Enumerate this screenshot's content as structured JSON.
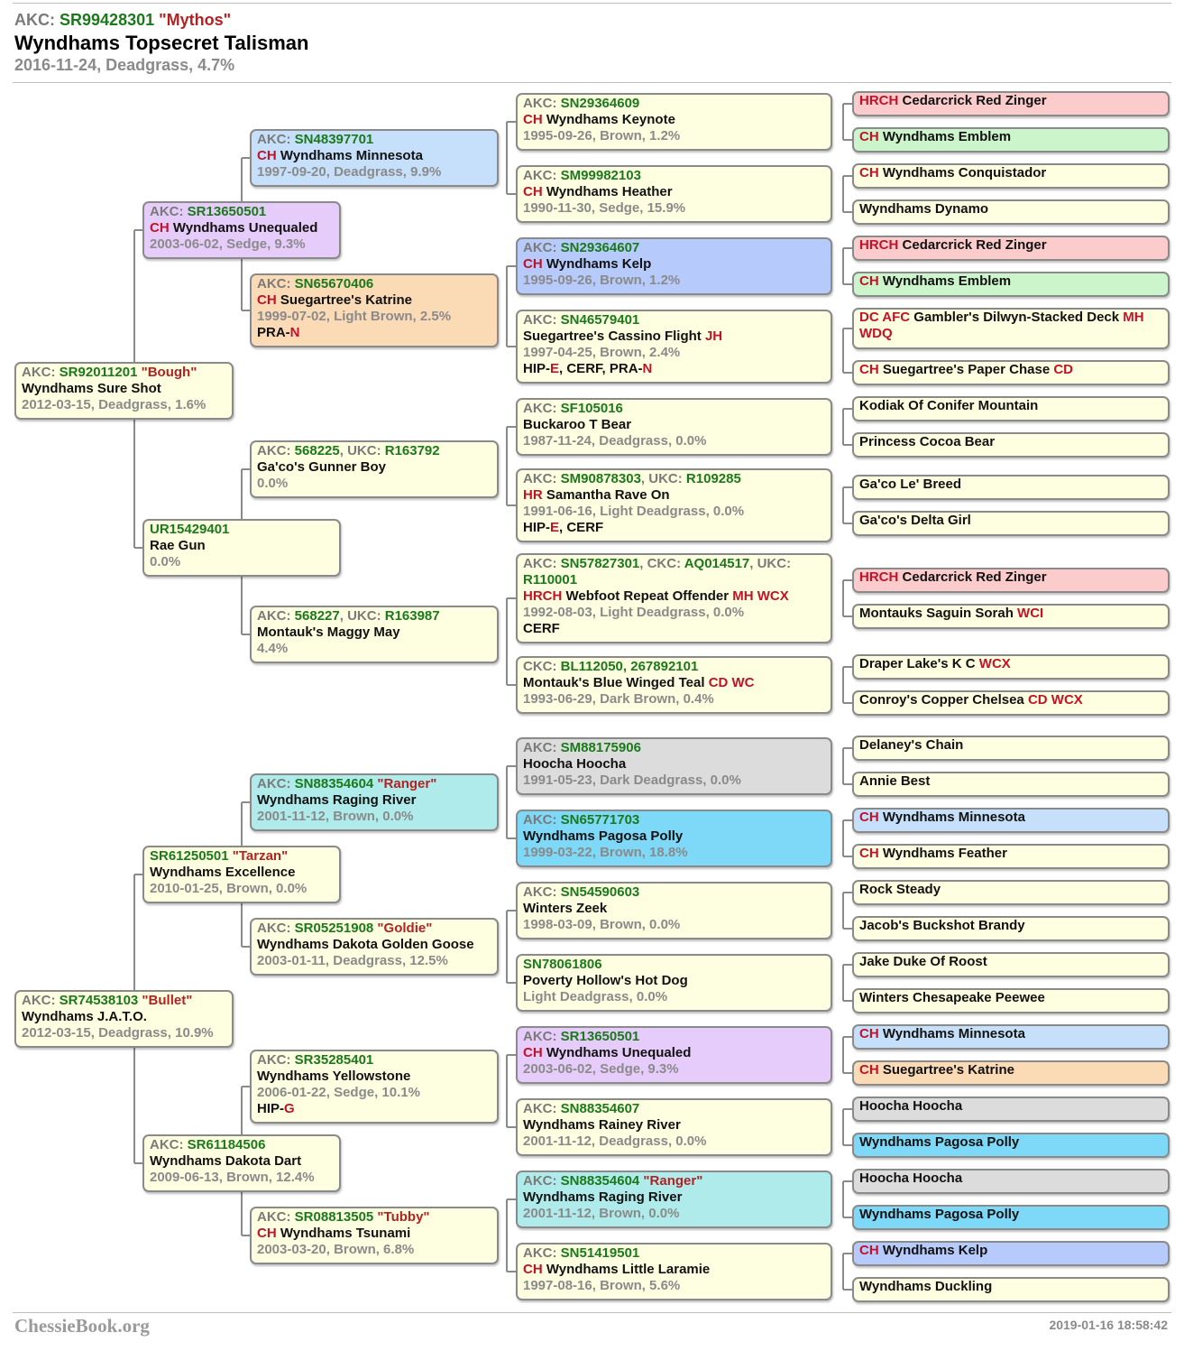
{
  "header": {
    "registry_prefix": "AKC:",
    "registration": "SR99428301",
    "call_name": "\"Mythos\"",
    "dog_name": "Wyndhams Topsecret Talisman",
    "details": "2016-11-24, Deadgrass, 4.7%"
  },
  "footer": {
    "site": "ChessieBook.org",
    "timestamp": "2019-01-16 18:58:42"
  },
  "colors": {
    "default": "#fefee0",
    "lilac": "#e6ccfa",
    "light_blue": "#c6e0fb",
    "peach": "#fbdab6",
    "periwinkle": "#b6cbfb",
    "red_tint": "#fccccc",
    "green_tint": "#ccf5cc",
    "gray": "#dcdcdc",
    "teal": "#b0ebeb",
    "sky": "#7ed8f8"
  },
  "dogs": [
    {
      "id": "sire",
      "color": "default",
      "reg": [
        {
          "p": "AKC: ",
          "n": "SR92011201"
        }
      ],
      "call": "\"Bough\"",
      "name": "Wyndhams Sure Shot",
      "details": "2012-03-15, Deadgrass, 1.6%"
    },
    {
      "id": "s_sire",
      "color": "lilac",
      "reg": [
        {
          "p": "AKC: ",
          "n": "SR13650501"
        }
      ],
      "prefix": "CH",
      "name": "Wyndhams Unequaled",
      "details": "2003-06-02, Sedge, 9.3%"
    },
    {
      "id": "s_dam",
      "color": "default",
      "reg": [
        {
          "p": "",
          "n": "UR15429401"
        }
      ],
      "name": "Rae Gun",
      "details": "0.0%"
    },
    {
      "id": "ss_sire",
      "color": "light_blue",
      "reg": [
        {
          "p": "AKC: ",
          "n": "SN48397701"
        }
      ],
      "prefix": "CH",
      "name": "Wyndhams Minnesota",
      "details": "1997-09-20, Deadgrass, 9.9%"
    },
    {
      "id": "ss_dam",
      "color": "peach",
      "reg": [
        {
          "p": "AKC: ",
          "n": "SN65670406"
        }
      ],
      "prefix": "CH",
      "name": "Suegartree's Katrine",
      "details": "1999-07-02, Light Brown, 2.5%",
      "health": [
        {
          "t": "PRA-"
        },
        {
          "t": "N",
          "c": "hp-good"
        }
      ]
    },
    {
      "id": "sd_sire",
      "color": "default",
      "reg": [
        {
          "p": "AKC: ",
          "n": "568225"
        },
        {
          "p": ", UKC: ",
          "n": "R163792"
        }
      ],
      "name": "Ga'co's Gunner Boy",
      "details": "0.0%"
    },
    {
      "id": "sd_dam",
      "color": "default",
      "reg": [
        {
          "p": "AKC: ",
          "n": "568227"
        },
        {
          "p": ", UKC: ",
          "n": "R163987"
        }
      ],
      "name": "Montauk's Maggy May",
      "details": "4.4%"
    },
    {
      "id": "sss_sire",
      "color": "default",
      "reg": [
        {
          "p": "AKC: ",
          "n": "SN29364609"
        }
      ],
      "prefix": "CH",
      "name": "Wyndhams Keynote",
      "details": "1995-09-26, Brown, 1.2%"
    },
    {
      "id": "sss_dam",
      "color": "default",
      "reg": [
        {
          "p": "AKC: ",
          "n": "SM99982103"
        }
      ],
      "prefix": "CH",
      "name": "Wyndhams Heather",
      "details": "1990-11-30, Sedge, 15.9%"
    },
    {
      "id": "ssd_sire",
      "color": "periwinkle",
      "reg": [
        {
          "p": "AKC: ",
          "n": "SN29364607"
        }
      ],
      "prefix": "CH",
      "name": "Wyndhams Kelp",
      "details": "1995-09-26, Brown, 1.2%"
    },
    {
      "id": "ssd_dam",
      "color": "default",
      "reg": [
        {
          "p": "AKC: ",
          "n": "SN46579401"
        }
      ],
      "name": "Suegartree's Cassino Flight",
      "suffix": "JH",
      "details": "1997-04-25, Brown, 2.4%",
      "health": [
        {
          "t": "HIP-"
        },
        {
          "t": "E",
          "c": "hp-good"
        },
        {
          "t": ", CERF, PRA-"
        },
        {
          "t": "N",
          "c": "hp-good"
        }
      ]
    },
    {
      "id": "sds_sire",
      "color": "default",
      "reg": [
        {
          "p": "AKC: ",
          "n": "SF105016"
        }
      ],
      "name": "Buckaroo T Bear",
      "details": "1987-11-24, Deadgrass, 0.0%"
    },
    {
      "id": "sds_dam",
      "color": "default",
      "reg": [
        {
          "p": "AKC: ",
          "n": "SM90878303"
        },
        {
          "p": ", UKC: ",
          "n": "R109285"
        }
      ],
      "prefix": "HR",
      "name": "Samantha Rave On",
      "details": "1991-06-16, Light Deadgrass, 0.0%",
      "health": [
        {
          "t": "HIP-"
        },
        {
          "t": "E",
          "c": "hp-good"
        },
        {
          "t": ", CERF"
        }
      ]
    },
    {
      "id": "sdd_sire",
      "color": "default",
      "reg": [
        {
          "p": "AKC: ",
          "n": "SN57827301"
        },
        {
          "p": ", CKC: ",
          "n": "AQ014517"
        },
        {
          "p": ", UKC:",
          "n": ""
        }
      ],
      "reg2": "R110001",
      "prefix": "HRCH",
      "name": "Webfoot Repeat Offender",
      "suffix": "MH WCX",
      "details": "1992-08-03, Light Deadgrass, 0.0%",
      "health": [
        {
          "t": "CERF"
        }
      ]
    },
    {
      "id": "sdd_dam",
      "color": "default",
      "reg": [
        {
          "p": "CKC: ",
          "n": "BL112050, 267892101"
        }
      ],
      "name": "Montauk's Blue Winged Teal",
      "suffix": "CD WC",
      "details": "1993-06-29, Dark Brown, 0.4%"
    },
    {
      "id": "g1",
      "color": "red_tint",
      "prefix": "HRCH",
      "name": "Cedarcrick Red Zinger"
    },
    {
      "id": "g2",
      "color": "green_tint",
      "prefix": "CH",
      "name": "Wyndhams Emblem"
    },
    {
      "id": "g3",
      "color": "default",
      "prefix": "CH",
      "name": "Wyndhams Conquistador"
    },
    {
      "id": "g4",
      "color": "default",
      "name": "Wyndhams Dynamo"
    },
    {
      "id": "g5",
      "color": "red_tint",
      "prefix": "HRCH",
      "name": "Cedarcrick Red Zinger"
    },
    {
      "id": "g6",
      "color": "green_tint",
      "prefix": "CH",
      "name": "Wyndhams Emblem"
    },
    {
      "id": "g7",
      "color": "default",
      "prefix": "DC AFC",
      "name": "Gambler's Dilwyn-Stacked Deck",
      "suffix": "MH",
      "suffix2": "WDQ"
    },
    {
      "id": "g8",
      "color": "default",
      "prefix": "CH",
      "name": "Suegartree's Paper Chase",
      "suffix": "CD"
    },
    {
      "id": "g9",
      "color": "default",
      "name": "Kodiak Of Conifer Mountain"
    },
    {
      "id": "g10",
      "color": "default",
      "name": "Princess Cocoa Bear"
    },
    {
      "id": "g11",
      "color": "default",
      "name": "Ga'co Le' Breed"
    },
    {
      "id": "g12",
      "color": "default",
      "name": "Ga'co's Delta Girl"
    },
    {
      "id": "g13",
      "color": "red_tint",
      "prefix": "HRCH",
      "name": "Cedarcrick Red Zinger"
    },
    {
      "id": "g14",
      "color": "default",
      "name": "Montauks Saguin Sorah",
      "suffix": "WCI"
    },
    {
      "id": "g15",
      "color": "default",
      "name": "Draper Lake's K C",
      "suffix": "WCX"
    },
    {
      "id": "g16",
      "color": "default",
      "name": "Conroy's Copper Chelsea",
      "suffix": "CD WCX"
    },
    {
      "id": "dam",
      "color": "default",
      "reg": [
        {
          "p": "AKC: ",
          "n": "SR74538103"
        }
      ],
      "call": "\"Bullet\"",
      "name": "Wyndhams J.A.T.O.",
      "details": "2012-03-15, Deadgrass, 10.9%"
    },
    {
      "id": "d_sire",
      "color": "default",
      "reg": [
        {
          "p": "",
          "n": "SR61250501"
        }
      ],
      "call": "\"Tarzan\"",
      "name": "Wyndhams Excellence",
      "details": "2010-01-25, Brown, 0.0%"
    },
    {
      "id": "d_dam",
      "color": "default",
      "reg": [
        {
          "p": "AKC: ",
          "n": "SR61184506"
        }
      ],
      "name": "Wyndhams Dakota Dart",
      "details": "2009-06-13, Brown, 12.4%"
    },
    {
      "id": "ds_sire",
      "color": "teal",
      "reg": [
        {
          "p": "AKC: ",
          "n": "SN88354604"
        }
      ],
      "call": "\"Ranger\"",
      "name": "Wyndhams Raging River",
      "details": "2001-11-12, Brown, 0.0%"
    },
    {
      "id": "ds_dam",
      "color": "default",
      "reg": [
        {
          "p": "AKC: ",
          "n": "SR05251908"
        }
      ],
      "call": "\"Goldie\"",
      "name": "Wyndhams Dakota Golden Goose",
      "details": "2003-01-11, Deadgrass, 12.5%"
    },
    {
      "id": "dd_sire",
      "color": "default",
      "reg": [
        {
          "p": "AKC: ",
          "n": "SR35285401"
        }
      ],
      "name": "Wyndhams Yellowstone",
      "details": "2006-01-22, Sedge, 10.1%",
      "health": [
        {
          "t": "HIP-"
        },
        {
          "t": "G",
          "c": "hp-good"
        }
      ]
    },
    {
      "id": "dd_dam",
      "color": "default",
      "reg": [
        {
          "p": "AKC: ",
          "n": "SR08813505"
        }
      ],
      "call": "\"Tubby\"",
      "prefix": "CH",
      "name": "Wyndhams Tsunami",
      "details": "2003-03-20, Brown, 6.8%"
    },
    {
      "id": "dss_sire",
      "color": "gray",
      "reg": [
        {
          "p": "AKC: ",
          "n": "SM88175906"
        }
      ],
      "name": "Hoocha Hoocha",
      "details": "1991-05-23, Dark Deadgrass, 0.0%"
    },
    {
      "id": "dss_dam",
      "color": "sky",
      "reg": [
        {
          "p": "AKC: ",
          "n": "SN65771703"
        }
      ],
      "name": "Wyndhams Pagosa Polly",
      "details": "1999-03-22, Brown, 18.8%"
    },
    {
      "id": "dsd_sire",
      "color": "default",
      "reg": [
        {
          "p": "AKC: ",
          "n": "SN54590603"
        }
      ],
      "name": "Winters Zeek",
      "details": "1998-03-09, Brown, 0.0%"
    },
    {
      "id": "dsd_dam",
      "color": "default",
      "reg": [
        {
          "p": "",
          "n": "SN78061806"
        }
      ],
      "name": "Poverty Hollow's Hot Dog",
      "details": "Light Deadgrass, 0.0%"
    },
    {
      "id": "dds_sire",
      "color": "lilac",
      "reg": [
        {
          "p": "AKC: ",
          "n": "SR13650501"
        }
      ],
      "prefix": "CH",
      "name": "Wyndhams Unequaled",
      "details": "2003-06-02, Sedge, 9.3%"
    },
    {
      "id": "dds_dam",
      "color": "default",
      "reg": [
        {
          "p": "AKC: ",
          "n": "SN88354607"
        }
      ],
      "name": "Wyndhams Rainey River",
      "details": "2001-11-12, Deadgrass, 0.0%"
    },
    {
      "id": "ddd_sire",
      "color": "teal",
      "reg": [
        {
          "p": "AKC: ",
          "n": "SN88354604"
        }
      ],
      "call": "\"Ranger\"",
      "name": "Wyndhams Raging River",
      "details": "2001-11-12, Brown, 0.0%"
    },
    {
      "id": "ddd_dam",
      "color": "default",
      "reg": [
        {
          "p": "AKC: ",
          "n": "SN51419501"
        }
      ],
      "prefix": "CH",
      "name": "Wyndhams Little Laramie",
      "details": "1997-08-16, Brown, 5.6%"
    },
    {
      "id": "h1",
      "color": "default",
      "name": "Delaney's Chain"
    },
    {
      "id": "h2",
      "color": "default",
      "name": "Annie Best"
    },
    {
      "id": "h3",
      "color": "light_blue",
      "prefix": "CH",
      "name": "Wyndhams Minnesota"
    },
    {
      "id": "h4",
      "color": "default",
      "prefix": "CH",
      "name": "Wyndhams Feather"
    },
    {
      "id": "h5",
      "color": "default",
      "name": "Rock Steady"
    },
    {
      "id": "h6",
      "color": "default",
      "name": "Jacob's Buckshot Brandy"
    },
    {
      "id": "h7",
      "color": "default",
      "name": "Jake Duke Of Roost"
    },
    {
      "id": "h8",
      "color": "default",
      "name": "Winters Chesapeake Peewee"
    },
    {
      "id": "h9",
      "color": "light_blue",
      "prefix": "CH",
      "name": "Wyndhams Minnesota"
    },
    {
      "id": "h10",
      "color": "peach",
      "prefix": "CH",
      "name": "Suegartree's Katrine"
    },
    {
      "id": "h11",
      "color": "gray",
      "name": "Hoocha Hoocha"
    },
    {
      "id": "h12",
      "color": "sky",
      "name": "Wyndhams Pagosa Polly"
    },
    {
      "id": "h13",
      "color": "gray",
      "name": "Hoocha Hoocha"
    },
    {
      "id": "h14",
      "color": "sky",
      "name": "Wyndhams Pagosa Polly"
    },
    {
      "id": "h15",
      "color": "periwinkle",
      "prefix": "CH",
      "name": "Wyndhams Kelp"
    },
    {
      "id": "h16",
      "color": "default",
      "name": "Wyndhams Duckling"
    }
  ]
}
